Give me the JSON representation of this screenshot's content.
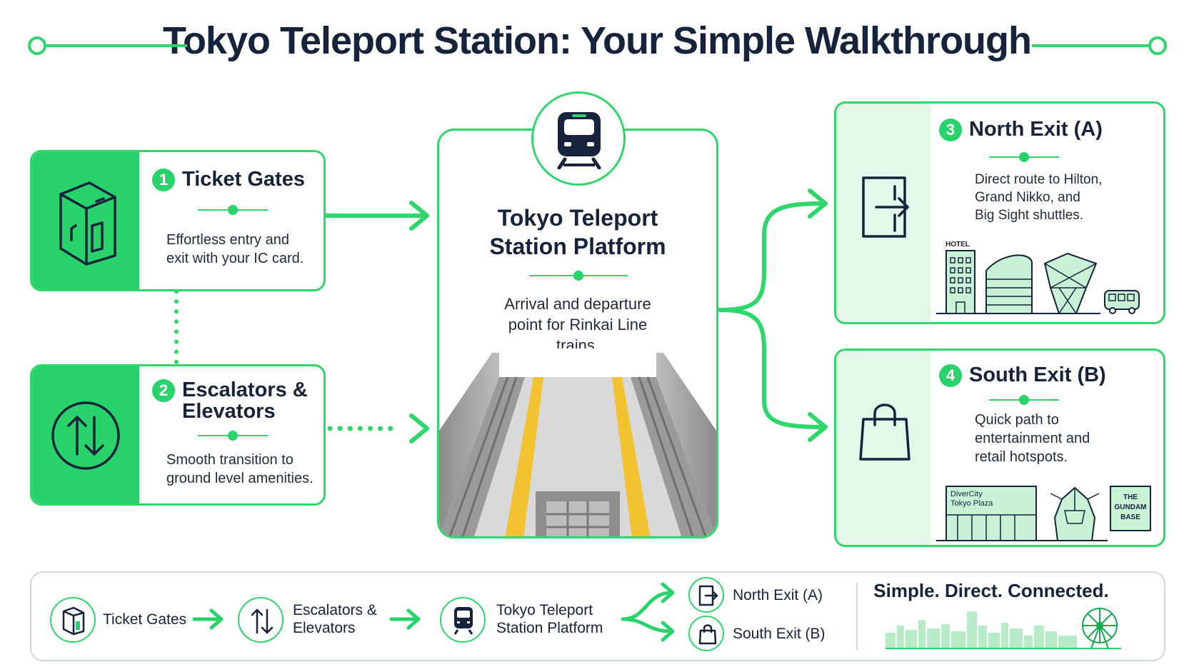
{
  "title": "Tokyo Teleport Station: Your Simple Walkthrough",
  "colors": {
    "accent": "#27d36a",
    "accent_light": "#e4f8ea",
    "text": "#17223b",
    "tactile_yellow": "#f2c230"
  },
  "steps": [
    {
      "number": "1",
      "title": "Ticket Gates",
      "description": [
        "Effortless entry and",
        "exit with your IC card."
      ],
      "icon": "ticket-gate-icon"
    },
    {
      "number": "2",
      "title": [
        "Escalators &",
        "Elevators"
      ],
      "description": [
        "Smooth transition to",
        "ground level amenities."
      ],
      "icon": "up-down-arrows-icon"
    },
    {
      "number": "3",
      "title": "North Exit (A)",
      "description": [
        "Direct route to Hilton,",
        "Grand Nikko, and",
        "Big Sight shuttles."
      ],
      "icon": "exit-door-icon",
      "illustration_sign": "HOTEL"
    },
    {
      "number": "4",
      "title": "South Exit (B)",
      "description": [
        "Quick path to",
        "entertainment and",
        "retail hotspots."
      ],
      "icon": "shopping-bag-icon",
      "illustration_labels": {
        "diver_city": [
          "DiverCity",
          "Tokyo Plaza"
        ],
        "gundam_base": [
          "THE",
          "GUNDAM",
          "BASE"
        ]
      }
    }
  ],
  "platform": {
    "title": [
      "Tokyo Teleport",
      "Station Platform"
    ],
    "description": [
      "Arrival and departure",
      "point for Rinkai Line",
      "trains."
    ],
    "icon": "train-icon"
  },
  "footer": {
    "flow": [
      {
        "label": [
          "Ticket Gates"
        ],
        "icon": "ticket-gate-icon"
      },
      {
        "label": [
          "Escalators &",
          "Elevators"
        ],
        "icon": "up-down-arrows-icon"
      },
      {
        "label": [
          "Tokyo Teleport",
          "Station Platform"
        ],
        "icon": "train-icon"
      }
    ],
    "exits": [
      {
        "label": "North Exit (A)",
        "icon": "exit-door-icon"
      },
      {
        "label": "South Exit (B)",
        "icon": "shopping-bag-icon"
      }
    ],
    "tagline": "Simple. Direct. Connected."
  }
}
